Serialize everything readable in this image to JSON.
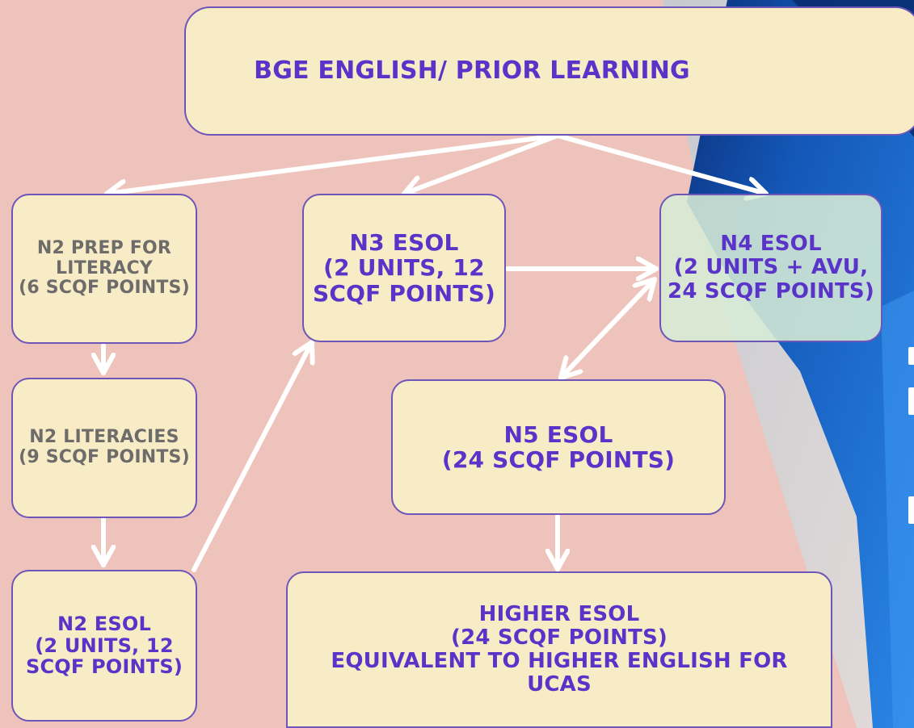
{
  "colors": {
    "background": "#eec3bb",
    "box_fill": "#f8ecc6",
    "box_border": "#6e56b8",
    "text_primary": "#5a33c9",
    "text_muted": "#6e6b6b",
    "accent_blue": "#1a6fd0",
    "arrow": "#ffffff"
  },
  "nodes": {
    "bge": {
      "label": "BGE ENGLISH/ PRIOR LEARNING"
    },
    "n2_prep": {
      "label": "N2 PREP FOR\nLITERACY\n(6 SCQF POINTS)"
    },
    "n2_literacies": {
      "label": "N2 LITERACIES\n(9 SCQF POINTS)"
    },
    "n2_esol": {
      "label": "N2 ESOL\n(2 UNITS, 12\nSCQF POINTS)"
    },
    "n3_esol": {
      "label": "N3 ESOL\n(2 UNITS, 12\nSCQF POINTS)"
    },
    "n4_esol": {
      "label": "N4 ESOL\n(2 UNITS + AVU,\n24 SCQF POINTS)"
    },
    "n5_esol": {
      "label": "N5 ESOL\n(24 SCQF POINTS)"
    },
    "higher_esol": {
      "label": "HIGHER ESOL\n(24 SCQF POINTS)\nEQUIVALENT TO HIGHER ENGLISH FOR\nUCAS"
    }
  },
  "edges": [
    {
      "from": "bge",
      "to": "n2_prep",
      "direction": "forward"
    },
    {
      "from": "bge",
      "to": "n3_esol",
      "direction": "forward"
    },
    {
      "from": "bge",
      "to": "n4_esol",
      "direction": "forward"
    },
    {
      "from": "n2_prep",
      "to": "n2_literacies",
      "direction": "forward"
    },
    {
      "from": "n2_literacies",
      "to": "n2_esol",
      "direction": "forward"
    },
    {
      "from": "n2_esol",
      "to": "n3_esol",
      "direction": "forward"
    },
    {
      "from": "n3_esol",
      "to": "n4_esol",
      "direction": "forward"
    },
    {
      "from": "n4_esol",
      "to": "n5_esol",
      "direction": "both"
    },
    {
      "from": "n5_esol",
      "to": "higher_esol",
      "direction": "forward"
    }
  ]
}
